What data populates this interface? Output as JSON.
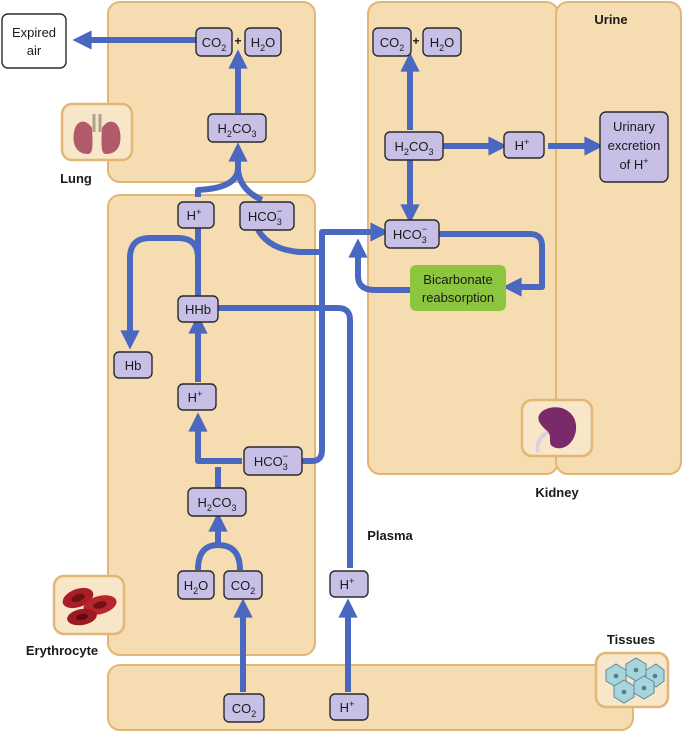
{
  "regions": {
    "lung": "Lung",
    "erythrocyte": "Erythrocyte",
    "plasma": "Plasma",
    "kidney": "Kidney",
    "urine": "Urine",
    "tissues": "Tissues"
  },
  "nodes": {
    "expired_air_1": "Expired",
    "expired_air_2": "air",
    "plus": "+",
    "urinary_1": "Urinary",
    "urinary_2": "excretion",
    "urinary_3": "of H",
    "bicarb_1": "Bicarbonate",
    "bicarb_2": "reabsorption",
    "hhb": "HHb",
    "hb": "Hb"
  },
  "chem": {
    "co2": {
      "a": "CO",
      "sub": "2"
    },
    "h2o": {
      "a": "H",
      "sub": "2",
      "b": "O"
    },
    "h2co3": {
      "a": "H",
      "sub": "2",
      "b": "CO",
      "sub2": "3"
    },
    "hco3": {
      "a": "HCO",
      "sub": "3",
      "sup": "−"
    },
    "hplus": {
      "a": "H",
      "sup": "+"
    }
  },
  "colors": {
    "region_fill": "#f6dcb1",
    "region_border": "#e2b676",
    "arrow": "#4a68c0",
    "node_fill": "#c7bfe6",
    "bicarbonate_fill": "#8cc63f"
  },
  "icons": {
    "lung": "lungs-icon",
    "erythrocyte": "red-blood-cells-icon",
    "kidney": "kidney-icon",
    "tissues": "tissue-cells-icon"
  }
}
